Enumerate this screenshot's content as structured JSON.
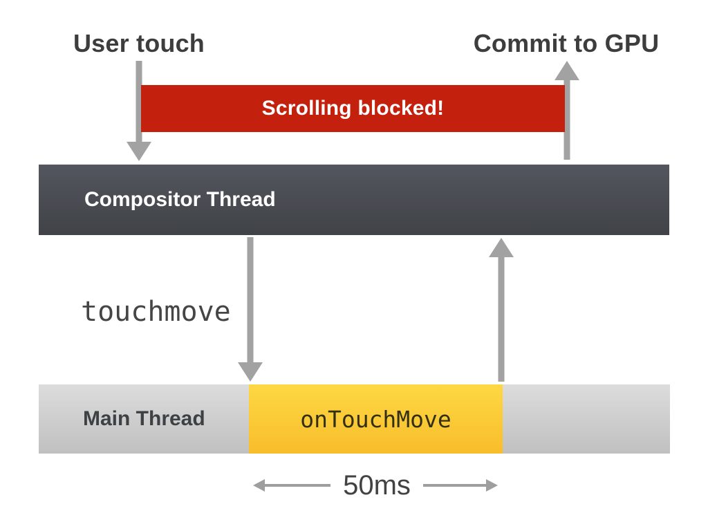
{
  "diagram": {
    "title_left": "User touch",
    "title_right": "Commit to GPU",
    "blocked_banner": "Scrolling blocked!",
    "compositor_thread_label": "Compositor Thread",
    "event_name": "touchmove",
    "main_thread_label": "Main Thread",
    "handler_name": "onTouchMove",
    "duration_label": "50ms"
  },
  "colors": {
    "blocked_bar": "#c3200d",
    "compositor_bar_top": "#53565e",
    "compositor_bar_bottom": "#404347",
    "main_bar_top": "#dcdcdc",
    "main_bar_bottom": "#c0c0c0",
    "busy_segment_top": "#fdd844",
    "busy_segment_bottom": "#f9bd2b",
    "arrow_gray": "#a2a2a2",
    "text_dark": "#3d3d3d",
    "banner_text": "#ffffff"
  }
}
